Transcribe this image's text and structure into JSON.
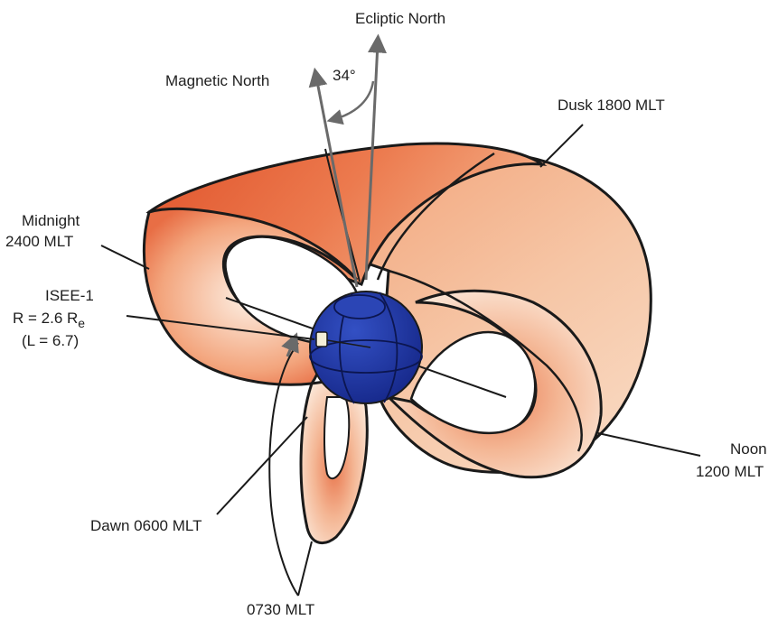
{
  "labels": {
    "ecliptic_north": "Ecliptic North",
    "magnetic_north": "Magnetic North",
    "angle": "34°",
    "dusk": "Dusk  1800 MLT",
    "midnight_line1": "Midnight",
    "midnight_line2": "2400 MLT",
    "isee_line1": "ISEE-1",
    "isee_line2_prefix": "R  =  2.6 R",
    "isee_line2_subscript": "e",
    "isee_line3": "(L  =  6.7)",
    "noon_line1": "Noon",
    "noon_line2": "1200 MLT",
    "dawn": "Dawn 0600 MLT",
    "orbit_time": "0730 MLT"
  },
  "colors": {
    "field_shell_dark": "#e2592e",
    "field_shell_light": "#f6c9a8",
    "earth": "#1f3aa3",
    "outline": "#1a1a1a"
  }
}
